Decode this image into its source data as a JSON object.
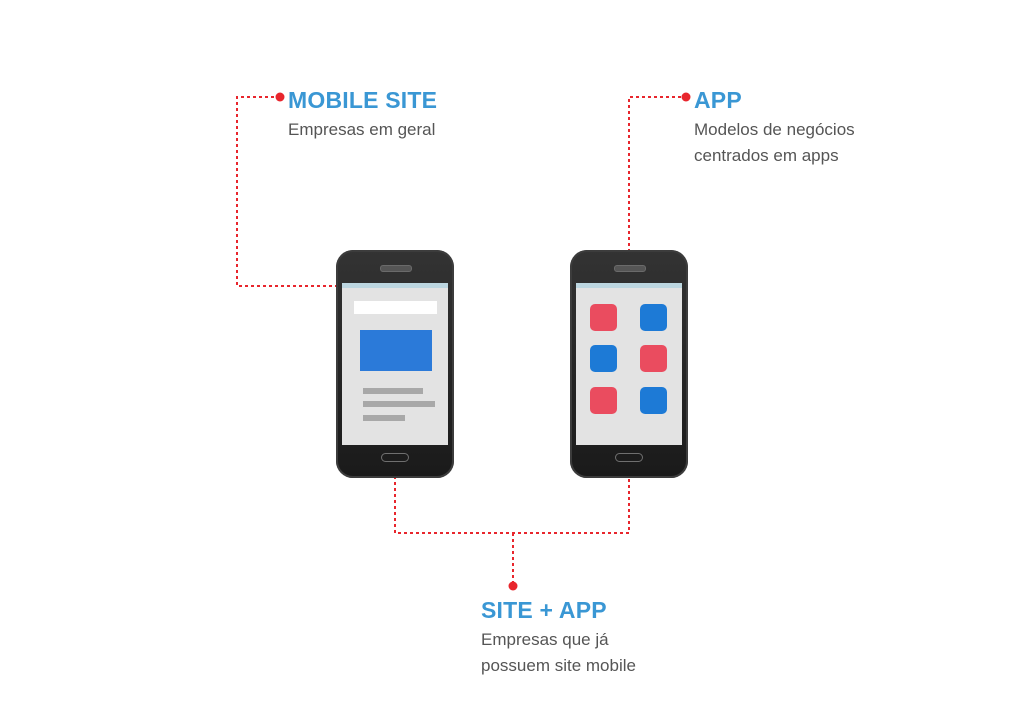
{
  "mobile_site": {
    "title": "MOBILE SITE",
    "description": "Empresas em geral"
  },
  "app": {
    "title": "APP",
    "description_lines": [
      "Modelos de negócios",
      "centrados em apps"
    ]
  },
  "site_app": {
    "title": "SITE + APP",
    "description_lines": [
      "Empresas que já",
      "possuem site mobile"
    ]
  },
  "colors": {
    "title_blue": "#3a97d4",
    "connector_red": "#e8262d",
    "screen_blue": "#2b7ad9",
    "icon_red": "#ea4c5f",
    "icon_blue": "#1d7ad6"
  },
  "app_grid_colors": [
    "red",
    "blue",
    "blue",
    "red",
    "red",
    "blue"
  ]
}
